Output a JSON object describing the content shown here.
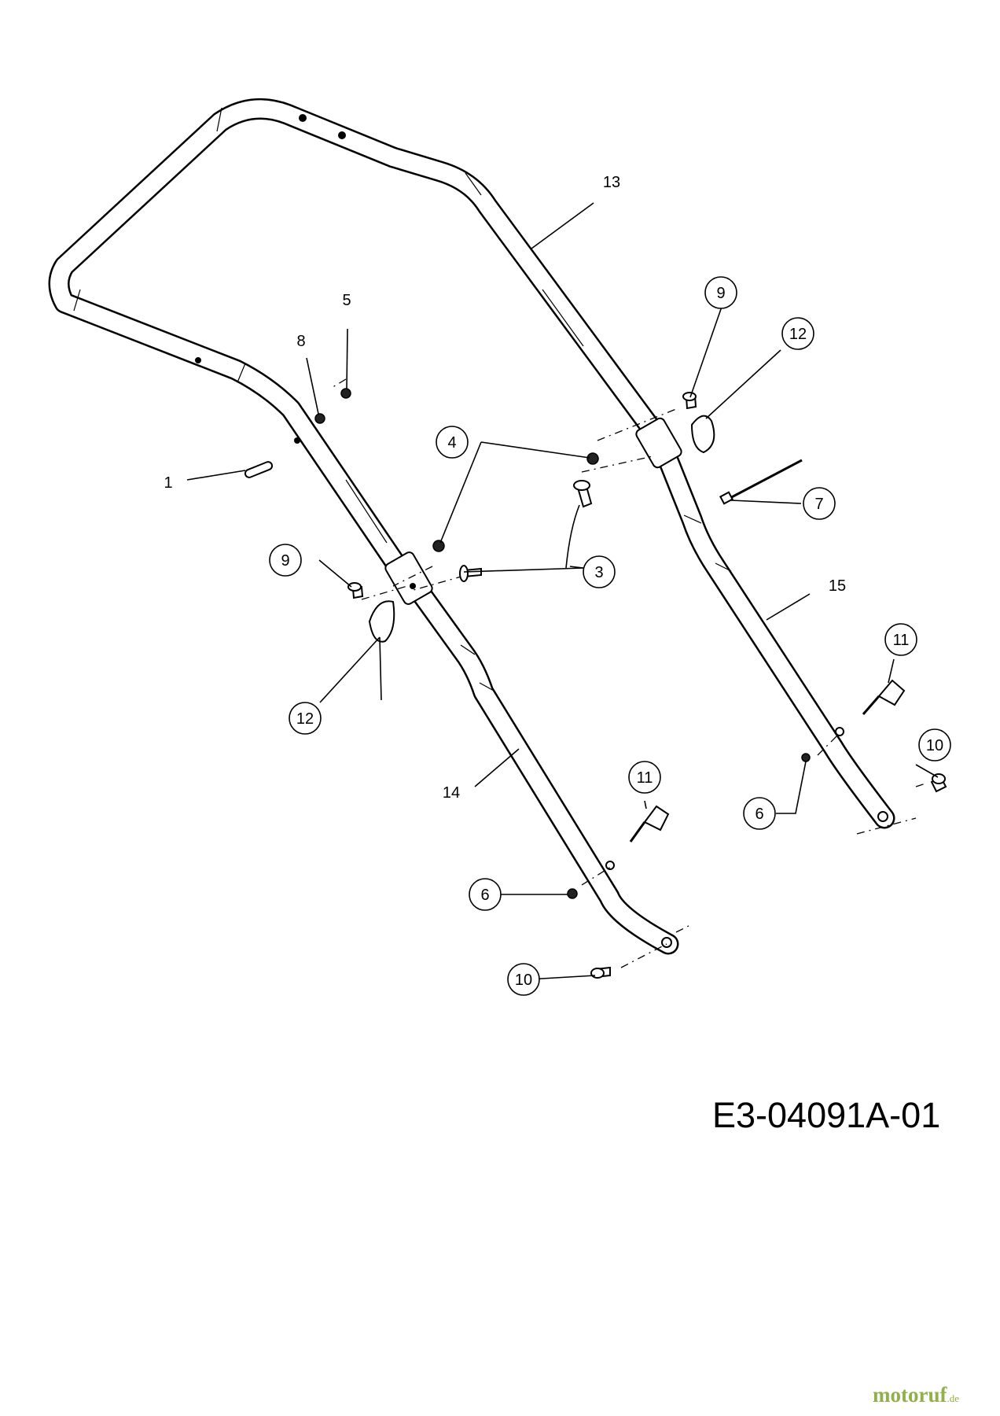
{
  "callouts": {
    "c1": "1",
    "c3": "3",
    "c4": "4",
    "c5": "5",
    "c6a": "6",
    "c6b": "6",
    "c7": "7",
    "c8": "8",
    "c9a": "9",
    "c9b": "9",
    "c10a": "10",
    "c10b": "10",
    "c11a": "11",
    "c11b": "11",
    "c12a": "12",
    "c12b": "12",
    "c13": "13",
    "c14": "14",
    "c15": "15"
  },
  "drawing_code": "E3-04091A-01",
  "watermark": {
    "brand": "motoruf",
    "suffix": ".de"
  },
  "colors": {
    "line": "#000000",
    "background": "#ffffff",
    "watermark": "#8fb04a"
  }
}
